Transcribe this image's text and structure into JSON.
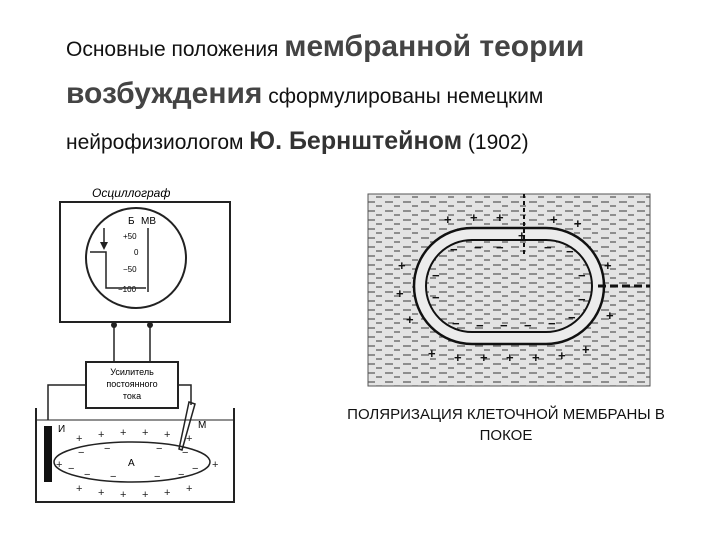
{
  "title": {
    "part1": "Основные положения ",
    "part2": "мембранной теории",
    "part3": "возбуждения",
    "part4": " сформулированы немецким",
    "part5": "нейрофизиологом ",
    "part6": "Ю. Бернштейном",
    "part7": " (1902)"
  },
  "scheme": {
    "oscillograph_label": "Осциллограф",
    "screen_b": "Б",
    "screen_mv": "МВ",
    "scale": [
      "+50",
      "0",
      "−50",
      "−100"
    ],
    "amplifier_line1": "Усилитель",
    "amplifier_line2": "постоянного",
    "amplifier_line3": "тока",
    "electrode_i": "И",
    "electrode_m": "М",
    "cell_label": "А"
  },
  "caption": {
    "line1": "ПОЛЯРИЗАЦИЯ КЛЕТОЧНОЙ МЕМБРАНЫ В",
    "line2": "ПОКОЕ"
  }
}
